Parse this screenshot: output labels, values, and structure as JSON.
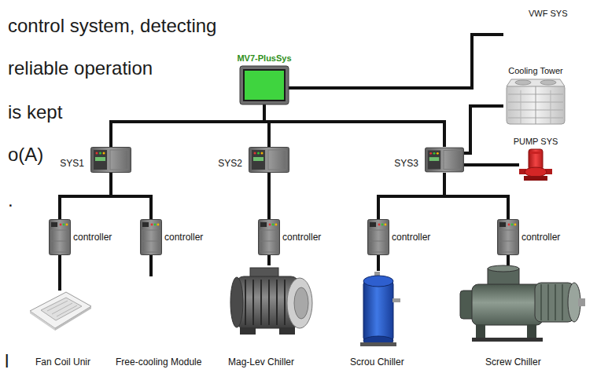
{
  "diagram": {
    "nodes": [
      {
        "text": [
          "MV7-PlusSys"
        ]
      },
      {
        "text": [
          "VWF SYS"
        ]
      },
      {
        "text": [
          "Cooling Tower"
        ]
      },
      {
        "text": [
          "SYS1"
        ]
      },
      {
        "text": [
          "SYS2"
        ]
      },
      {
        "text": [
          "SYS3"
        ]
      },
      {
        "text": [
          "PUMP SYS"
        ]
      },
      {
        "text": [
          "controller"
        ]
      },
      {
        "text": [
          "controller"
        ]
      },
      {
        "text": [
          "controller"
        ]
      },
      {
        "text": [
          "controller"
        ]
      },
      {
        "text": [
          "controller"
        ]
      },
      {
        "text": [
          "Fan Coil Unir"
        ]
      },
      {
        "text": [
          "Free-cooling Module"
        ]
      },
      {
        "text": [
          "Mag-Lev Chiller"
        ]
      },
      {
        "text": [
          "Scrou Chiller"
        ]
      },
      {
        "text": [
          "Screw Chiller"
        ]
      }
    ],
    "edges": [
      {
        "from": 0,
        "to": 1,
        "arrow": "none"
      },
      {
        "from": 0,
        "to": 3,
        "arrow": "none"
      },
      {
        "from": 0,
        "to": 4,
        "arrow": "none"
      },
      {
        "from": 0,
        "to": 5,
        "arrow": "none"
      },
      {
        "from": 5,
        "to": 2,
        "arrow": "none"
      },
      {
        "from": 5,
        "to": 6,
        "arrow": "none"
      },
      {
        "from": 3,
        "to": 7,
        "arrow": "none"
      },
      {
        "from": 3,
        "to": 8,
        "arrow": "none"
      },
      {
        "from": 4,
        "to": 9,
        "arrow": "none"
      },
      {
        "from": 5,
        "to": 10,
        "arrow": "none"
      },
      {
        "from": 5,
        "to": 11,
        "arrow": "none"
      },
      {
        "from": 7,
        "to": 12,
        "arrow": "none"
      },
      {
        "from": 8,
        "to": 13,
        "arrow": "none"
      },
      {
        "from": 9,
        "to": 14,
        "arrow": "none"
      },
      {
        "from": 10,
        "to": 15,
        "arrow": "none"
      },
      {
        "from": 11,
        "to": 16,
        "arrow": "none"
      }
    ],
    "labels": [
      "control system, detecting",
      "reliable operation",
      "is kept",
      "o(A)",
      ".",
      "l"
    ]
  }
}
